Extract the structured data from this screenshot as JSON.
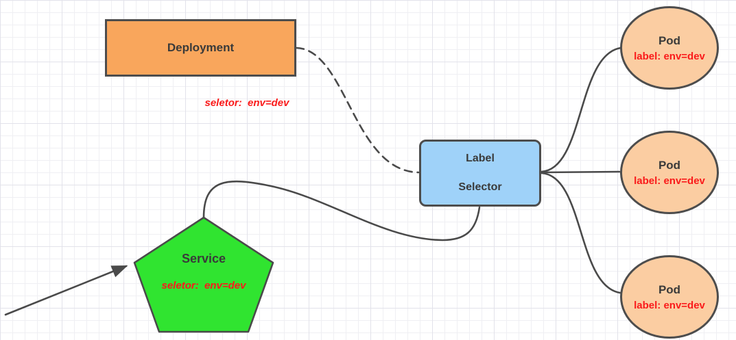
{
  "nodes": {
    "deployment": {
      "label": "Deployment"
    },
    "deployment_note": {
      "text": "seletor:  env=dev"
    },
    "label_selector": {
      "line1": "Label",
      "line2": "Selector"
    },
    "service": {
      "label": "Service",
      "note": "seletor:  env=dev"
    },
    "pods": [
      {
        "title": "Pod",
        "label": "label: env=dev"
      },
      {
        "title": "Pod",
        "label": "label: env=dev"
      },
      {
        "title": "Pod",
        "label": "label: env=dev"
      }
    ]
  },
  "edges": [
    {
      "name": "deployment-to-label-selector",
      "style": "dashed"
    },
    {
      "name": "service-to-label-selector",
      "style": "solid"
    },
    {
      "name": "label-selector-to-pod-1",
      "style": "solid"
    },
    {
      "name": "label-selector-to-pod-2",
      "style": "solid"
    },
    {
      "name": "label-selector-to-pod-3",
      "style": "solid"
    },
    {
      "name": "external-arrow-to-service",
      "style": "solid-arrowhead"
    }
  ],
  "colors": {
    "deployment_fill": "#F9A65C",
    "label_selector_fill": "#9FD2F9",
    "service_fill": "#30E430",
    "pod_fill": "#FBCDA2",
    "shape_stroke": "#4D4D4D",
    "edge_stroke": "#4A4A4A",
    "node_text": "#3A3A3A",
    "annotation_red": "#FA1A1A",
    "grid_minor": "#EFEFF3",
    "grid_major": "#E2E2EA"
  }
}
